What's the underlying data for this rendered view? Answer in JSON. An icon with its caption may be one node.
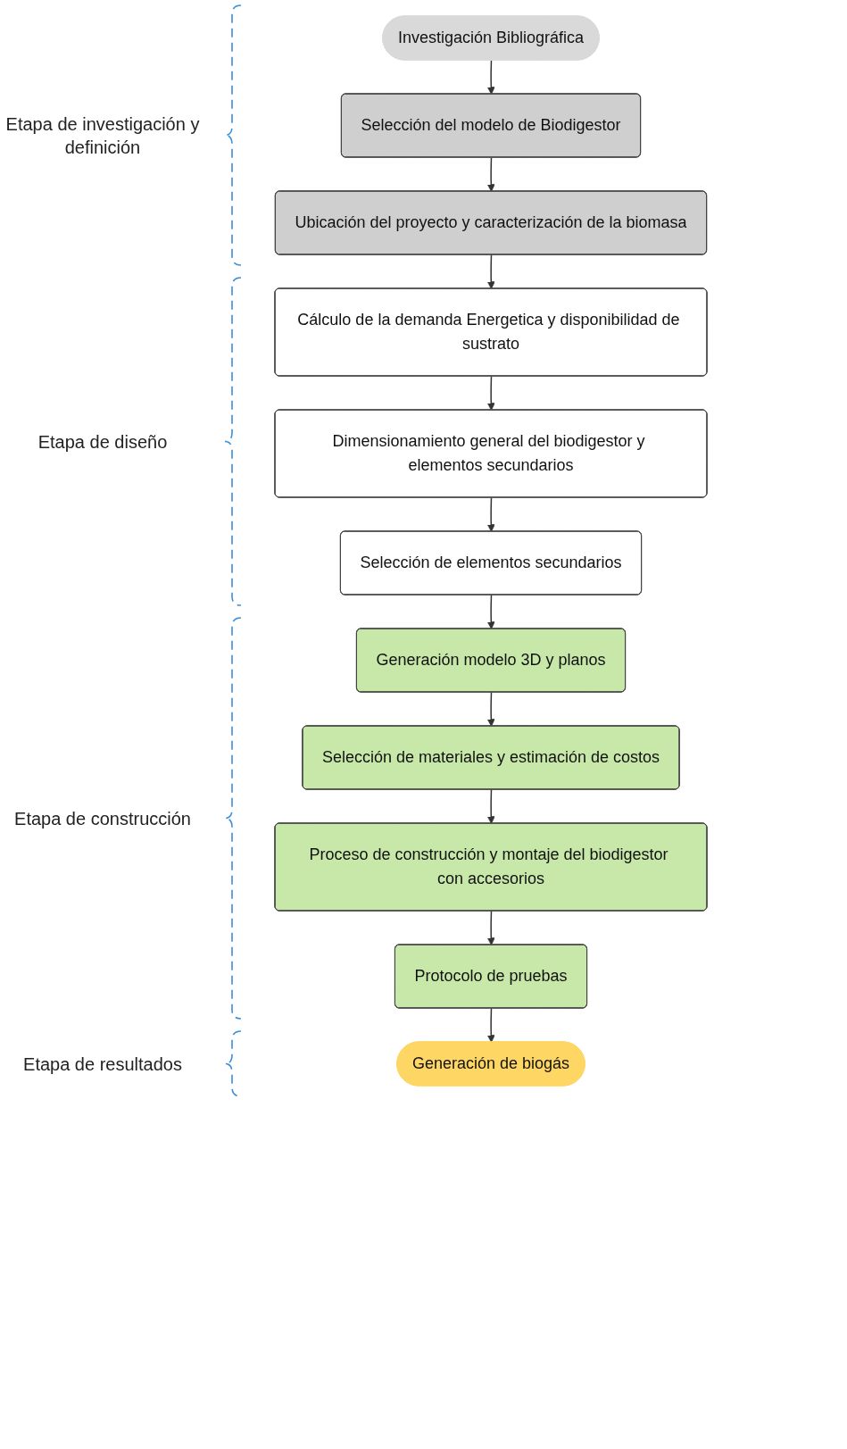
{
  "diagram": {
    "nodes": [
      {
        "text": [
          "Investigación Bibliográfica"
        ]
      },
      {
        "text": [
          "Selección del modelo de Biodigestor"
        ]
      },
      {
        "text": [
          "Ubicación del proyecto y caracterización de la biomasa"
        ]
      },
      {
        "text": [
          "Cálculo de la demanda Energetica y disponibilidad de sustrato"
        ]
      },
      {
        "text": [
          "Dimensionamiento general del biodigestor y elementos secundarios"
        ]
      },
      {
        "text": [
          "Selección de elementos secundarios"
        ]
      },
      {
        "text": [
          "Generación modelo 3D y planos"
        ]
      },
      {
        "text": [
          "Selección de materiales y estimación de costos"
        ]
      },
      {
        "text": [
          "Proceso de construcción y montaje del biodigestor con accesorios"
        ]
      },
      {
        "text": [
          "Protocolo de pruebas"
        ]
      },
      {
        "text": [
          "Generación de biogás"
        ]
      }
    ],
    "edges": [
      {
        "from": 0,
        "to": 1,
        "arrow": "to"
      },
      {
        "from": 1,
        "to": 2,
        "arrow": "to"
      },
      {
        "from": 2,
        "to": 3,
        "arrow": "to"
      },
      {
        "from": 3,
        "to": 4,
        "arrow": "to"
      },
      {
        "from": 4,
        "to": 5,
        "arrow": "to"
      },
      {
        "from": 5,
        "to": 6,
        "arrow": "to"
      },
      {
        "from": 6,
        "to": 7,
        "arrow": "to"
      },
      {
        "from": 7,
        "to": 8,
        "arrow": "to"
      },
      {
        "from": 8,
        "to": 9,
        "arrow": "to"
      },
      {
        "from": 9,
        "to": 10,
        "arrow": "to"
      }
    ],
    "labels": [
      "Etapa de investigación y definición",
      "Etapa de diseño",
      "Etapa de construcción",
      "Etapa de resultados"
    ]
  }
}
